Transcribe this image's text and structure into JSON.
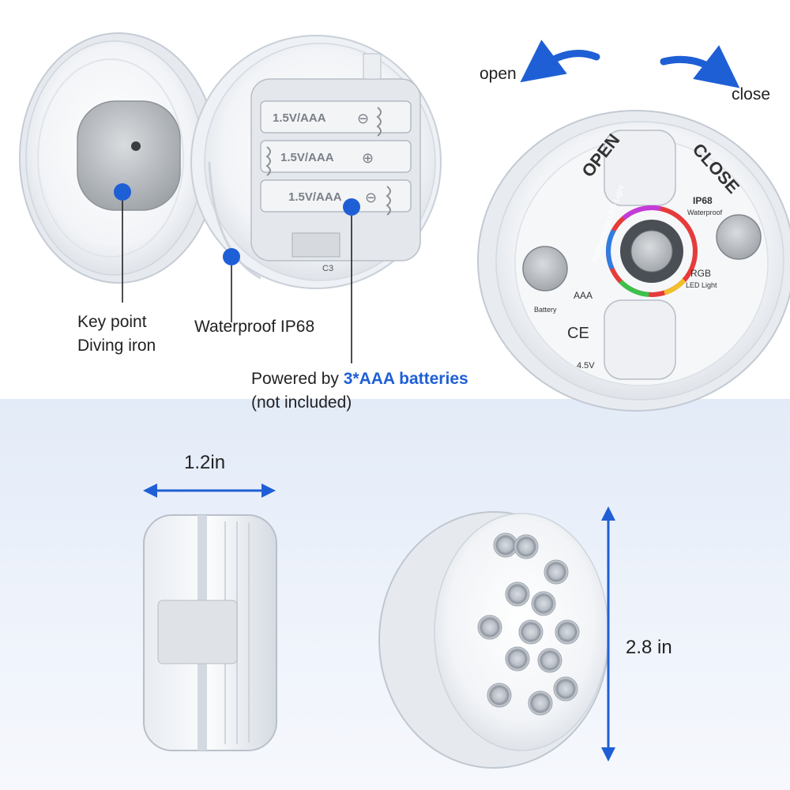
{
  "direction_labels": {
    "open": "open",
    "close": "close"
  },
  "callouts": {
    "key_point": [
      "Key point",
      "Diving iron"
    ],
    "waterproof": "Waterproof IP68",
    "powered_prefix": "Powered by ",
    "powered_highlight": "3*AAA batteries",
    "powered_note": "(not included)"
  },
  "battery_labels": [
    "1.5V/AAA",
    "1.5V/AAA",
    "1.5V/AAA"
  ],
  "battery_polarity": [
    "⊖",
    "⊕",
    "⊖"
  ],
  "board_code": "C3",
  "device_back": {
    "open": "OPEN",
    "close": "CLOSE",
    "ip": "IP68",
    "waterproof": "Waterproof",
    "rgb": "RGB",
    "led_light": "LED Light",
    "battery_short": "AAA",
    "battery": "Battery",
    "ce": "CE",
    "voltage": "4.5V",
    "ring_text": "Submersible LED Light"
  },
  "dimensions": {
    "width": "1.2in",
    "height": "2.8 in"
  },
  "led_count": 13,
  "colors": {
    "accent_blue": "#1f5fd6",
    "background_panel": "#e3ebf8"
  }
}
